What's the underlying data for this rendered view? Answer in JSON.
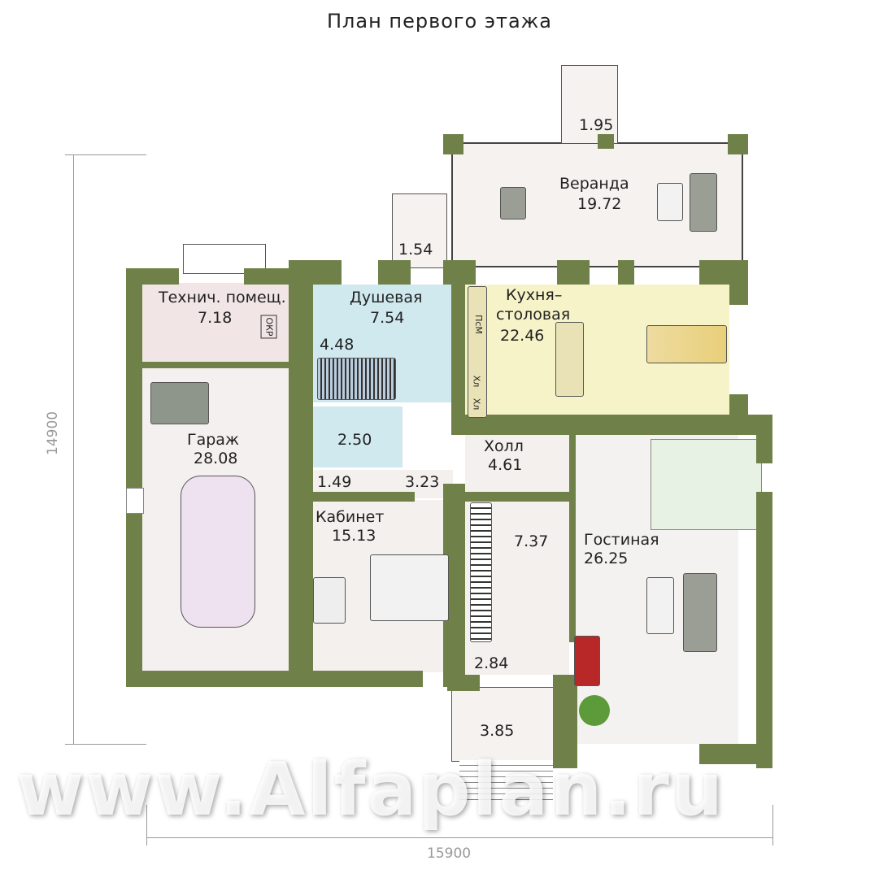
{
  "title": "План первого этажа",
  "dimensions": {
    "height": "14900",
    "width": "15900"
  },
  "watermark": "www.Alfaplan.ru",
  "rooms": {
    "veranda": {
      "name": "Веранда",
      "area": "19.72"
    },
    "porch_top": {
      "area": "1.95"
    },
    "porch_small": {
      "area": "1.54"
    },
    "tech": {
      "name": "Технич. помещ.",
      "area": "7.18",
      "boiler": "ОКР"
    },
    "shower": {
      "name": "Душевая",
      "area": "7.54"
    },
    "sauna": {
      "area": "4.48"
    },
    "wc": {
      "area": "2.50"
    },
    "kitchen": {
      "name": "Кухня–",
      "name2": "столовая",
      "area": "22.46",
      "appliances": [
        "ПсМ",
        "Хл",
        "Хл"
      ]
    },
    "garage": {
      "name": "Гараж",
      "area": "28.08"
    },
    "corridor1": {
      "area": "1.49"
    },
    "corridor2": {
      "area": "3.23"
    },
    "hall": {
      "name": "Холл",
      "area": "4.61"
    },
    "study": {
      "name": "Кабинет",
      "area": "15.13"
    },
    "wardrobe": {
      "area": "7.37"
    },
    "living": {
      "name": "Гостиная",
      "area": "26.25"
    },
    "vestibule": {
      "area": "2.84"
    },
    "porch_front": {
      "area": "3.85"
    }
  },
  "colors": {
    "wall": "#6f8149",
    "kitchen": "#f7f3c9",
    "shower": "#cfe9ef",
    "tech": "#f2e5e5"
  }
}
